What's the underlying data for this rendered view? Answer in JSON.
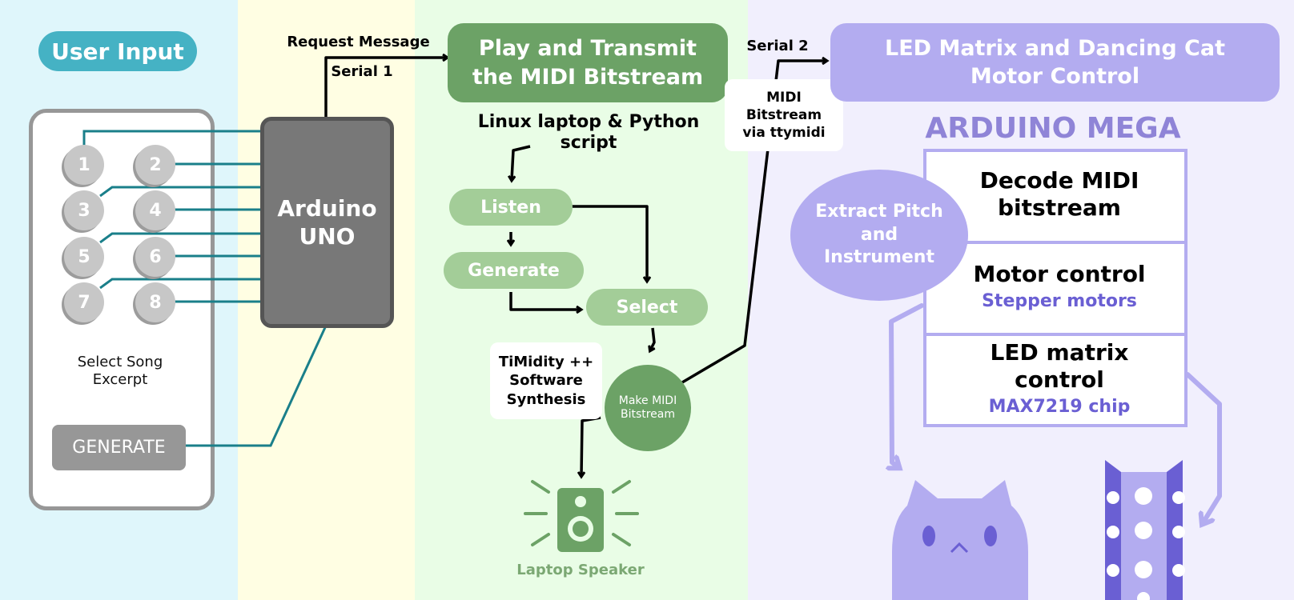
{
  "colors": {
    "input_bg": "#dff6fb",
    "uno_bg": "#fffee3",
    "laptop_bg": "#e9fde6",
    "mega_bg": "#f1effd",
    "teal": "#1a7f8a",
    "accent_teal": "#45b2c4",
    "uno_gray": "#787878",
    "green_dark": "#6ca266",
    "green_light": "#a3cd98",
    "purple_light": "#b3acf0",
    "purple_text": "#6a5fd3",
    "purple_title": "#8f84d7"
  },
  "input": {
    "title": "User Input",
    "buttons": [
      "1",
      "2",
      "3",
      "4",
      "5",
      "6",
      "7",
      "8"
    ],
    "select_label": "Select Song\nExcerpt",
    "generate_label": "GENERATE"
  },
  "uno": {
    "label": "Arduino\nUNO",
    "request_label": "Request Message",
    "serial1_label": "Serial 1"
  },
  "laptop": {
    "title": "Play and Transmit\nthe MIDI Bitstream",
    "subtitle": "Linux laptop & Python\nscript",
    "listen": "Listen",
    "generate": "Generate",
    "select": "Select",
    "timidity": "TiMidity ++\nSoftware\nSynthesis",
    "make_midi": "Make MIDI\nBitstream",
    "speaker_label": "Laptop Speaker"
  },
  "mega": {
    "serial2_label": "Serial 2",
    "midi_label": "MIDI\nBitstream\nvia ttymidi",
    "title": "LED Matrix and Dancing Cat\nMotor Control",
    "board": "ARDUINO MEGA",
    "extract": "Extract Pitch\nand\nInstrument",
    "decode": "Decode MIDI\nbitstream",
    "motor": "Motor control",
    "motor_sub": "Stepper motors",
    "led": "LED matrix\ncontrol",
    "led_sub": "MAX7219 chip"
  }
}
